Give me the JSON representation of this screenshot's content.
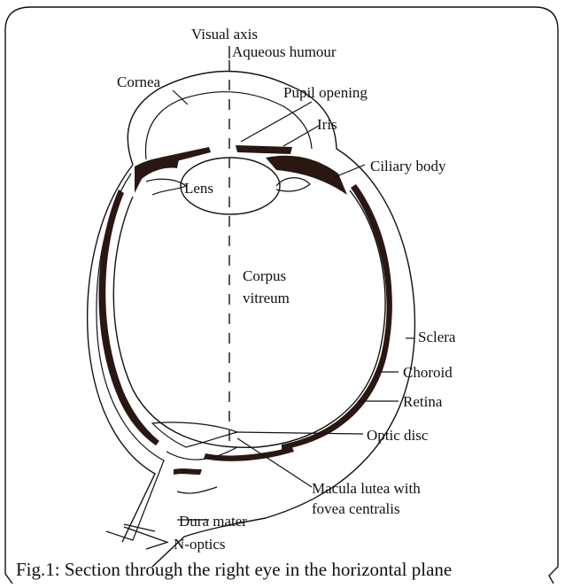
{
  "labels": {
    "visual_axis": "Visual axis",
    "aqueous_humour": "Aqueous humour",
    "cornea": "Cornea",
    "pupil_opening": "Pupil opening",
    "iris": "Iris",
    "ciliary_body": "Ciliary body",
    "lens": "Lens",
    "corpus": "Corpus",
    "vitreum": "vitreum",
    "sclera": "Sclera",
    "choroid": "Choroid",
    "retina": "Retina",
    "optic_disc": "Optic disc",
    "macula_line1": "Macula lutea with",
    "macula_line2": "fovea centralis",
    "dura_mater": "Dura mater",
    "n_optics": "N-optics"
  },
  "caption": "Fig.1: Section through the right eye in the horizontal plane",
  "colors": {
    "frame": "#111111",
    "pigment": "#2a1712",
    "background": "#ffffff"
  }
}
